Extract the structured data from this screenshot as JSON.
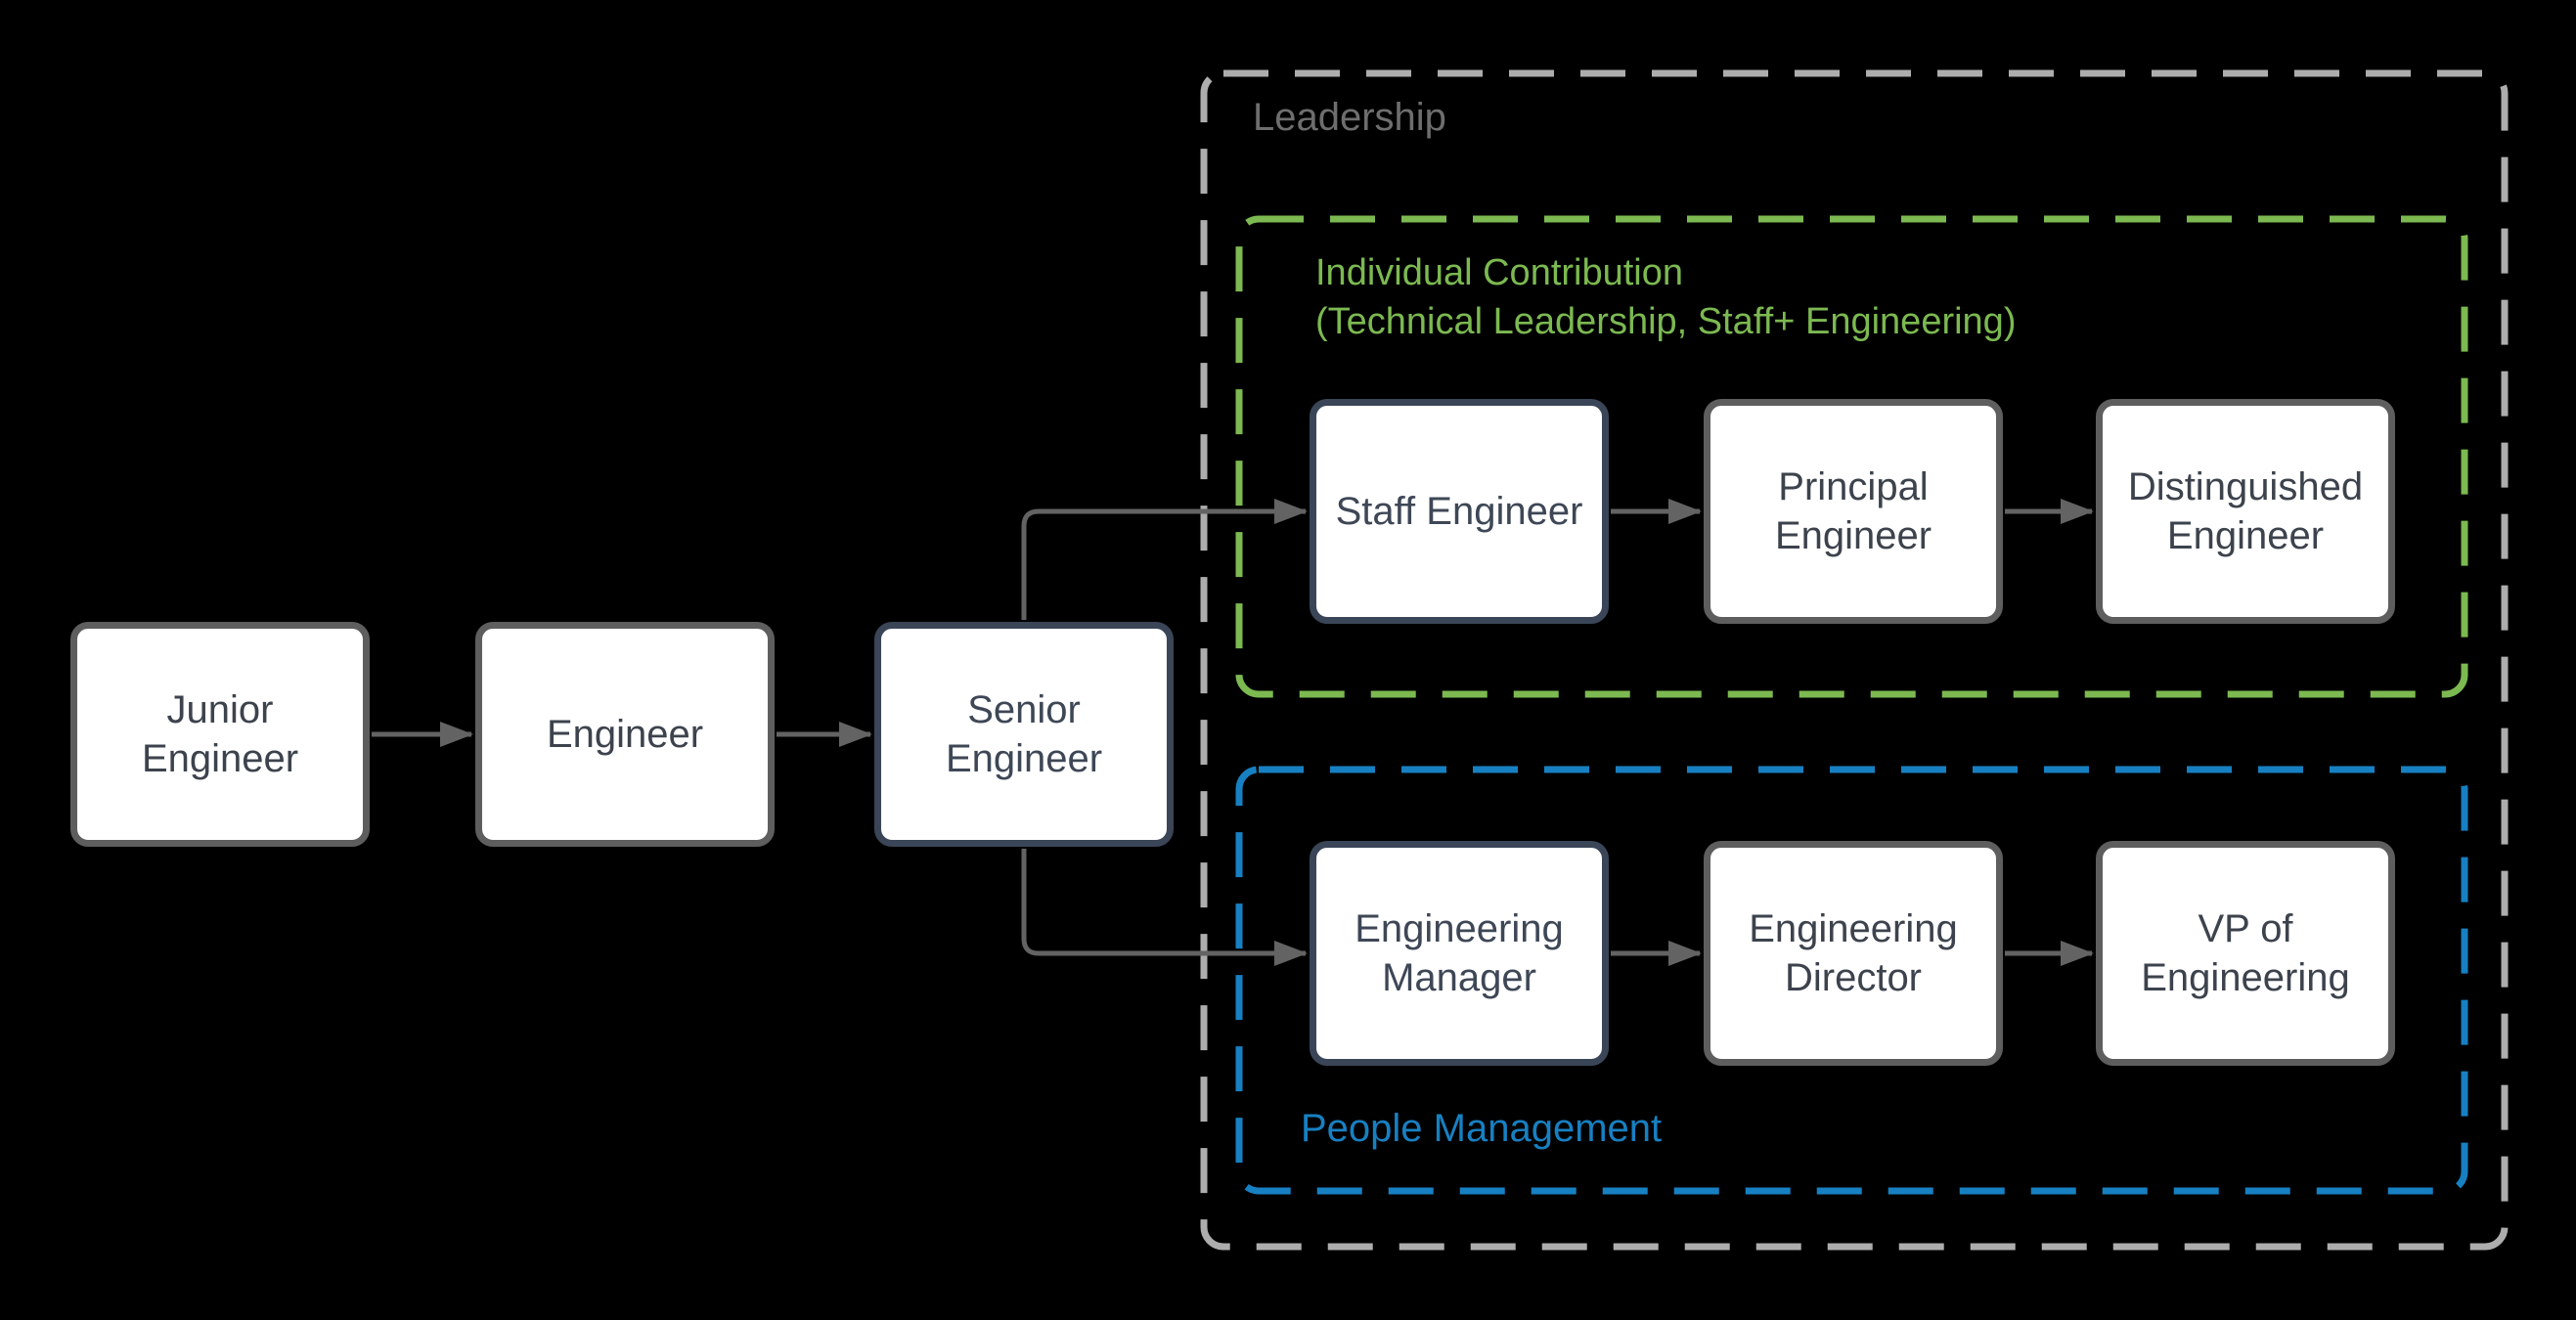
{
  "diagram_title": "Engineering career ladder flowchart",
  "colors": {
    "background": "#000000",
    "node_fill": "#ffffff",
    "node_border_default": "#5e5e5e",
    "node_border_highlight": "#3a4657",
    "node_text": "#3d434d",
    "connector": "#636363",
    "leadership_group_border": "#adadad",
    "leadership_label": "#6e6e6e",
    "individual_contribution_group": "#7cb951",
    "people_management_group": "#1780c2"
  },
  "groups": {
    "leadership": {
      "label": "Leadership"
    },
    "individual_contribution": {
      "label": "Individual Contribution\n(Technical Leadership, Staff+ Engineering)"
    },
    "people_management": {
      "label": "People Management"
    }
  },
  "nodes": [
    {
      "id": "junior-engineer",
      "label": "Junior\nEngineer",
      "highlighted": false,
      "group": null
    },
    {
      "id": "engineer",
      "label": "Engineer",
      "highlighted": false,
      "group": null
    },
    {
      "id": "senior-engineer",
      "label": "Senior\nEngineer",
      "highlighted": true,
      "group": null
    },
    {
      "id": "staff-engineer",
      "label": "Staff Engineer",
      "highlighted": true,
      "group": "individual_contribution"
    },
    {
      "id": "principal-engineer",
      "label": "Principal\nEngineer",
      "highlighted": false,
      "group": "individual_contribution"
    },
    {
      "id": "distinguished-engineer",
      "label": "Distinguished\nEngineer",
      "highlighted": false,
      "group": "individual_contribution"
    },
    {
      "id": "engineering-manager",
      "label": "Engineering\nManager",
      "highlighted": true,
      "group": "people_management"
    },
    {
      "id": "engineering-director",
      "label": "Engineering\nDirector",
      "highlighted": false,
      "group": "people_management"
    },
    {
      "id": "vp-of-engineering",
      "label": "VP of\nEngineering",
      "highlighted": false,
      "group": "people_management"
    }
  ],
  "edges": [
    {
      "from": "junior-engineer",
      "to": "engineer"
    },
    {
      "from": "engineer",
      "to": "senior-engineer"
    },
    {
      "from": "senior-engineer",
      "to": "staff-engineer"
    },
    {
      "from": "senior-engineer",
      "to": "engineering-manager"
    },
    {
      "from": "staff-engineer",
      "to": "principal-engineer"
    },
    {
      "from": "principal-engineer",
      "to": "distinguished-engineer"
    },
    {
      "from": "engineering-manager",
      "to": "engineering-director"
    },
    {
      "from": "engineering-director",
      "to": "vp-of-engineering"
    }
  ]
}
